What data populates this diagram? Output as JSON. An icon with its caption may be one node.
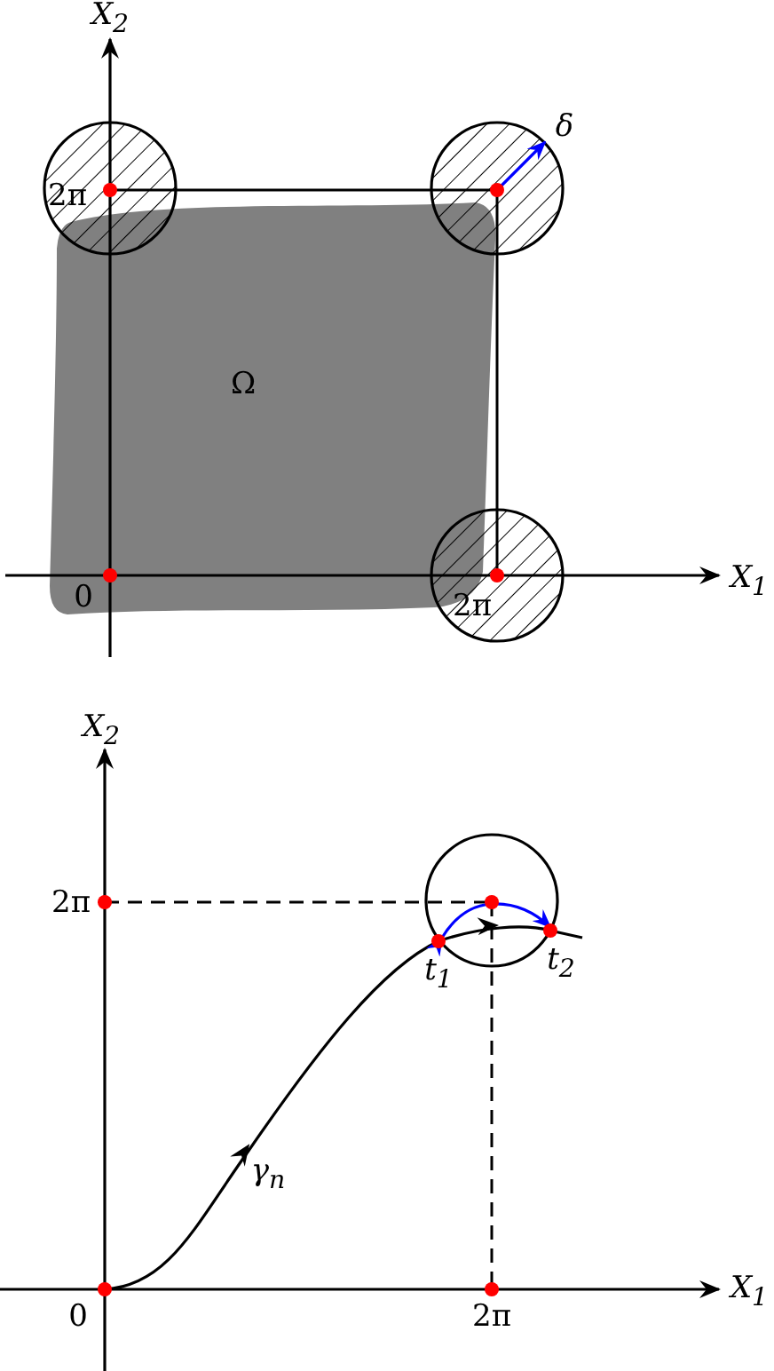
{
  "diagram": {
    "labels": [
      "X$_{2}$",
      "δ",
      "2π",
      "Ω",
      "X$_{1}$",
      "0",
      "2π",
      "X$_{2}$",
      "2π",
      "t$_{1}$",
      "t$_{2}$",
      "γ$_{n}$",
      "X$_{1}$",
      "0",
      "2π"
    ]
  }
}
